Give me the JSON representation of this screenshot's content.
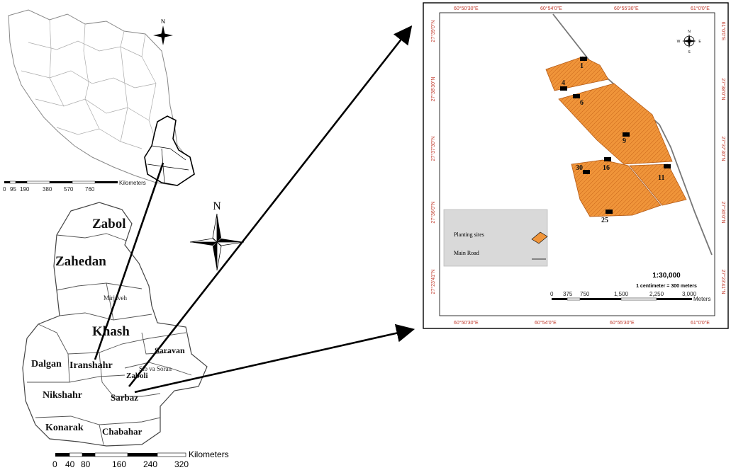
{
  "iran_map": {
    "north_label": "N",
    "scale_ticks": [
      "0",
      "95",
      "190",
      "380",
      "570",
      "760"
    ],
    "scale_unit": "Kilometers"
  },
  "province_map": {
    "north_label": "N",
    "counties": [
      "Zabol",
      "Zahedan",
      "Mirjaveh",
      "Khash",
      "Saravan",
      "Dalgan",
      "Iranshahr",
      "Sib va Soran",
      "Zaboli",
      "Nikshahr",
      "Sarbaz",
      "Konarak",
      "Chabahar"
    ],
    "scale_ticks": [
      "0",
      "40",
      "80",
      "160",
      "240",
      "320"
    ],
    "scale_unit": "Kilometers"
  },
  "site_map": {
    "lon_labels_top": [
      "60°50'30\"E",
      "60°54'0\"E",
      "60°55'30\"E",
      "61°0'0\"E"
    ],
    "lon_labels_bottom": [
      "60°50'30\"E",
      "60°54'0\"E",
      "60°55'30\"E",
      "61°0'0\"E"
    ],
    "lat_labels_left": [
      "27°39'0\"N",
      "27°38'30\"N",
      "27°37'30\"N",
      "27°36'0\"N",
      "27°23'41\"N"
    ],
    "lat_labels_right": [
      "61°0'0\"E",
      "27°38'0\"N",
      "27°37'30\"N",
      "27°36'0\"N",
      "27°23'41\"N"
    ],
    "site_labels": [
      "1",
      "4",
      "6",
      "9",
      "30",
      "16",
      "11",
      "25"
    ],
    "legend": {
      "planting": "Planting sites",
      "road": "Main Road"
    },
    "scale_ratio": "1:30,000",
    "scale_note": "1 centimeter = 300 meters",
    "scale_ticks": [
      "0",
      "375",
      "750",
      "1,500",
      "2,250",
      "3,000"
    ],
    "scale_unit": "Meters",
    "compass": {
      "n": "N",
      "s": "S",
      "e": "E",
      "w": "W"
    },
    "colors": {
      "planting": "#f0953a",
      "frame_coords": "#c0392b",
      "road": "#777777"
    }
  }
}
